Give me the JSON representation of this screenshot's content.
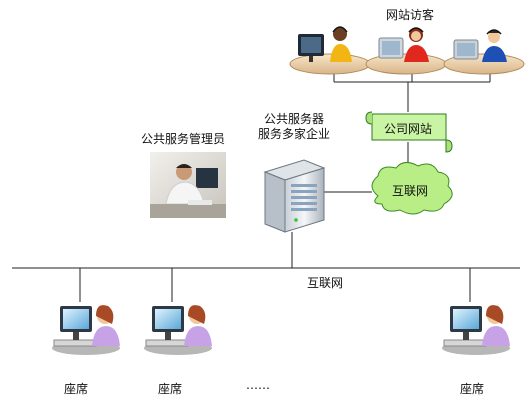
{
  "visitors_label": "网站访客",
  "company_site_label": "公司网站",
  "internet_cloud_label": "互联网",
  "server_label_line1": "公共服务器",
  "server_label_line2": "服务多家企业",
  "admin_label": "公共服务管理员",
  "bus_label": "互联网",
  "agents": [
    {
      "label": "座席"
    },
    {
      "label": "座席"
    },
    {
      "label": "座席"
    }
  ],
  "ellipsis": "……",
  "colors": {
    "line": "#222222",
    "banner_fill": "#c9f4a4",
    "cloud_fill": "#b9ee86",
    "agent_shirt": "#c8a2e6",
    "visitor_desk": "#f0d8b4",
    "server_body": "#e4e8ec"
  },
  "icons": [
    "visitor-headset-icon",
    "scroll-banner-icon",
    "cloud-icon",
    "server-tower-icon",
    "admin-photo",
    "agent-workstation-icon"
  ]
}
